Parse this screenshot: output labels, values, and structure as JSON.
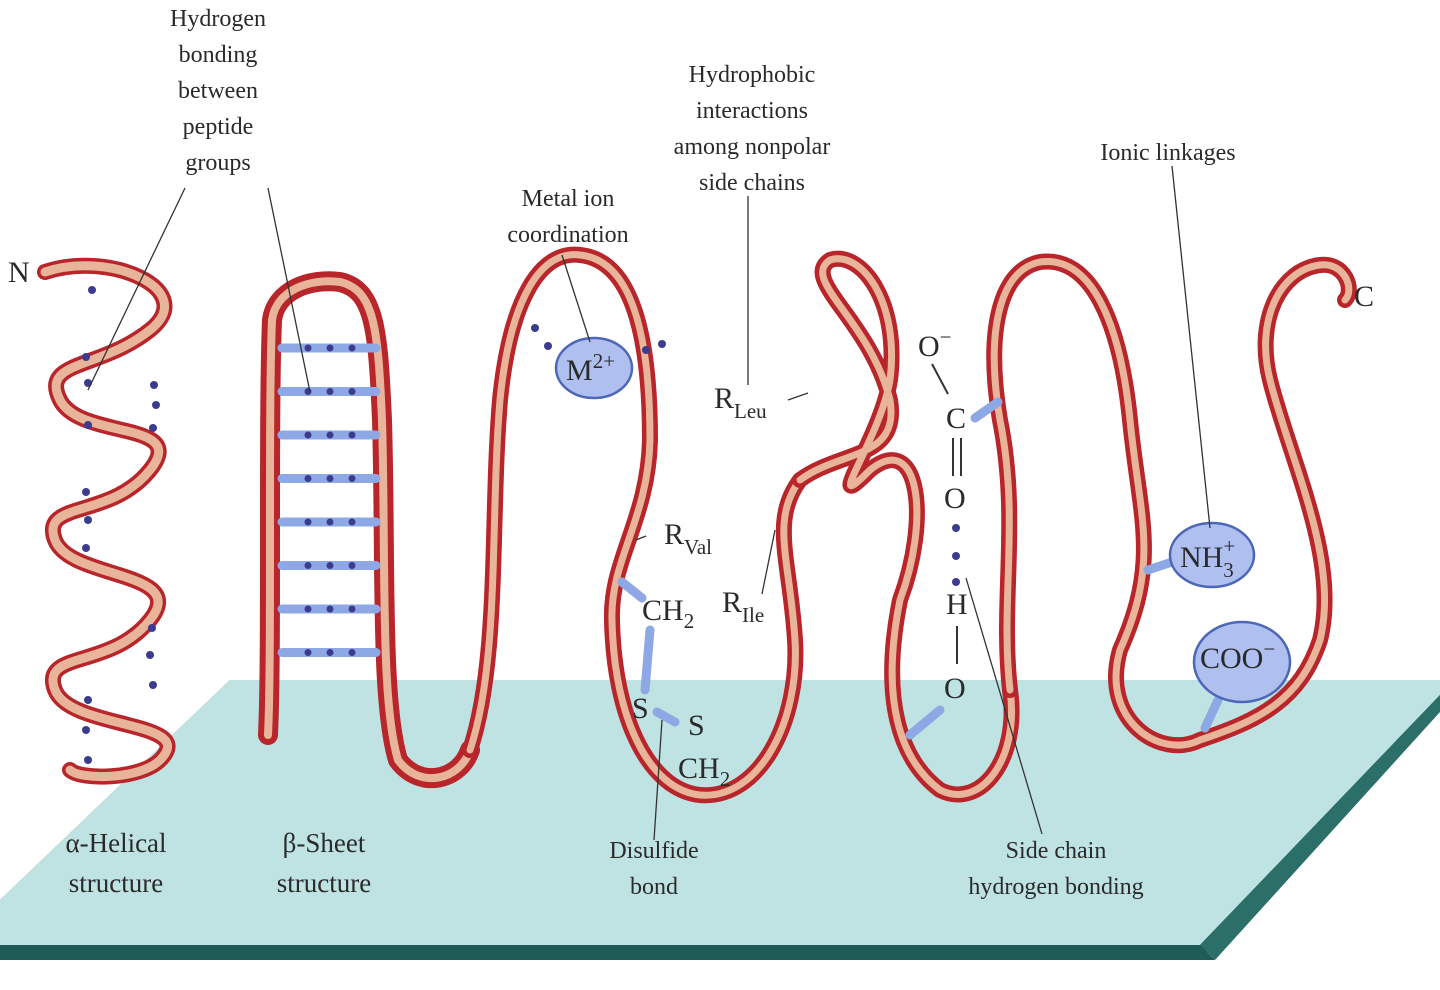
{
  "labels": {
    "hbond_peptide": [
      "Hydrogen",
      "bonding",
      "between",
      "peptide",
      "groups"
    ],
    "hydrophobic": [
      "Hydrophobic",
      "interactions",
      "among nonpolar",
      "side chains"
    ],
    "metal_ion": [
      "Metal ion",
      "coordination"
    ],
    "ionic": "Ionic linkages",
    "n_term": "N",
    "c_term": "C",
    "alpha": [
      "α-Helical",
      "structure"
    ],
    "beta": [
      "β-Sheet",
      "structure"
    ],
    "disulfide": [
      "Disulfide",
      "bond"
    ],
    "sidechain_hbond": [
      "Side chain",
      "hydrogen bonding"
    ]
  },
  "chem": {
    "metal": "M",
    "metal_charge": "2+",
    "r": "R",
    "leu": "Leu",
    "val": "Val",
    "ile": "Ile",
    "o_minus": "O",
    "minus": "−",
    "c": "C",
    "o": "O",
    "h": "H",
    "ch2": "CH",
    "two": "2",
    "s": "S",
    "nh": "NH",
    "three": "3",
    "plus": "+",
    "coo": "COO"
  },
  "colors": {
    "ribbon_dark": "#b8252a",
    "ribbon_light": "#e8b49a",
    "floor": "#bfe3e3",
    "floor_edge": "#1f5c57",
    "bond_bar": "#8ea8e6",
    "ion_fill": "#aebff0"
  }
}
